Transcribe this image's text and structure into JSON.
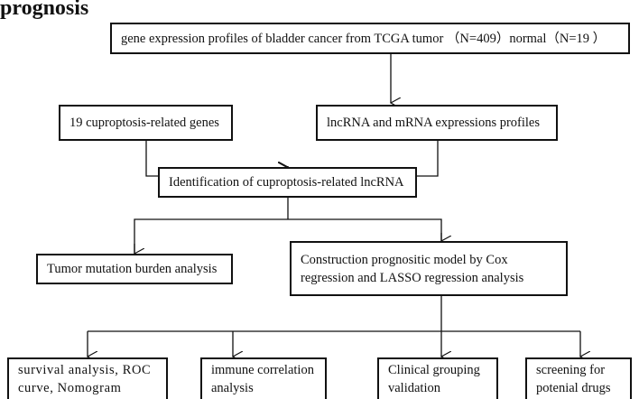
{
  "title": "prognosis",
  "nodes": {
    "source": "gene expression profiles of bladder cancer from TCGA tumor （N=409）normal（N=19 ）",
    "genes": "19 cuproptosis-related genes",
    "profiles": "lncRNA and mRNA expressions profiles",
    "identification": "Identification of cuproptosis-related lncRNA",
    "tmb": "Tumor mutation burden analysis",
    "model": "Construction prognositic model by Cox regression and LASSO regression analysis",
    "survival": "survival analysis, ROC curve, Nomogram",
    "immune": " immune correlation analysis",
    "clinical": "Clinical grouping validation",
    "drugs": "screening for potenial drugs"
  }
}
